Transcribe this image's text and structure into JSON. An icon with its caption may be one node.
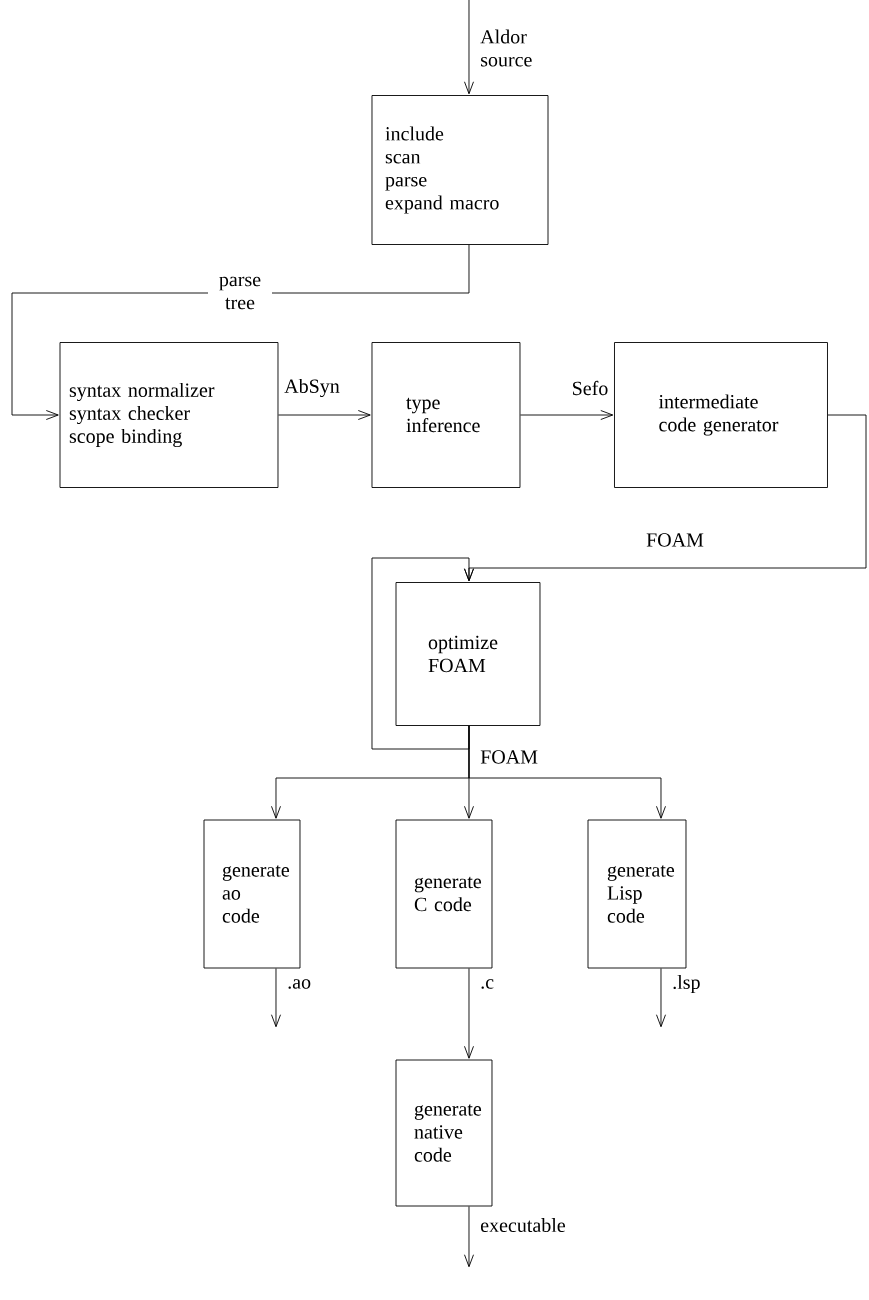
{
  "diagram": {
    "nodes": [
      {
        "text": [
          "include",
          "scan",
          "parse",
          "expand macro"
        ]
      },
      {
        "text": [
          "syntax normalizer",
          "syntax checker",
          "scope binding"
        ]
      },
      {
        "text": [
          "type inference"
        ]
      },
      {
        "text": [
          "intermediate code generator"
        ]
      },
      {
        "text": [
          "optimize FOAM"
        ]
      },
      {
        "text": [
          "generate ao code"
        ]
      },
      {
        "text": [
          "generate C code"
        ]
      },
      {
        "text": [
          "generate Lisp code"
        ]
      },
      {
        "text": [
          "generate native code"
        ]
      }
    ],
    "edges": [
      {
        "from": null,
        "to": 0,
        "arrow": "to",
        "label": "Aldor source"
      },
      {
        "from": 0,
        "to": 1,
        "arrow": "to",
        "label": "parse tree"
      },
      {
        "from": 1,
        "to": 2,
        "arrow": "to",
        "label": "AbSyn"
      },
      {
        "from": 2,
        "to": 3,
        "arrow": "to",
        "label": "Sefo"
      },
      {
        "from": 3,
        "to": 4,
        "arrow": "to",
        "label": "FOAM"
      },
      {
        "from": 4,
        "to": 4,
        "arrow": "to"
      },
      {
        "from": 4,
        "to": 5,
        "arrow": "to"
      },
      {
        "from": 4,
        "to": 6,
        "arrow": "to",
        "label": "FOAM"
      },
      {
        "from": 4,
        "to": 7,
        "arrow": "to"
      },
      {
        "from": 5,
        "to": null,
        "arrow": "to",
        "label": ".ao"
      },
      {
        "from": 6,
        "to": 8,
        "arrow": "to",
        "label": ".c"
      },
      {
        "from": 7,
        "to": null,
        "arrow": "to",
        "label": ".lsp"
      },
      {
        "from": 8,
        "to": null,
        "arrow": "to",
        "label": "executable"
      }
    ]
  }
}
